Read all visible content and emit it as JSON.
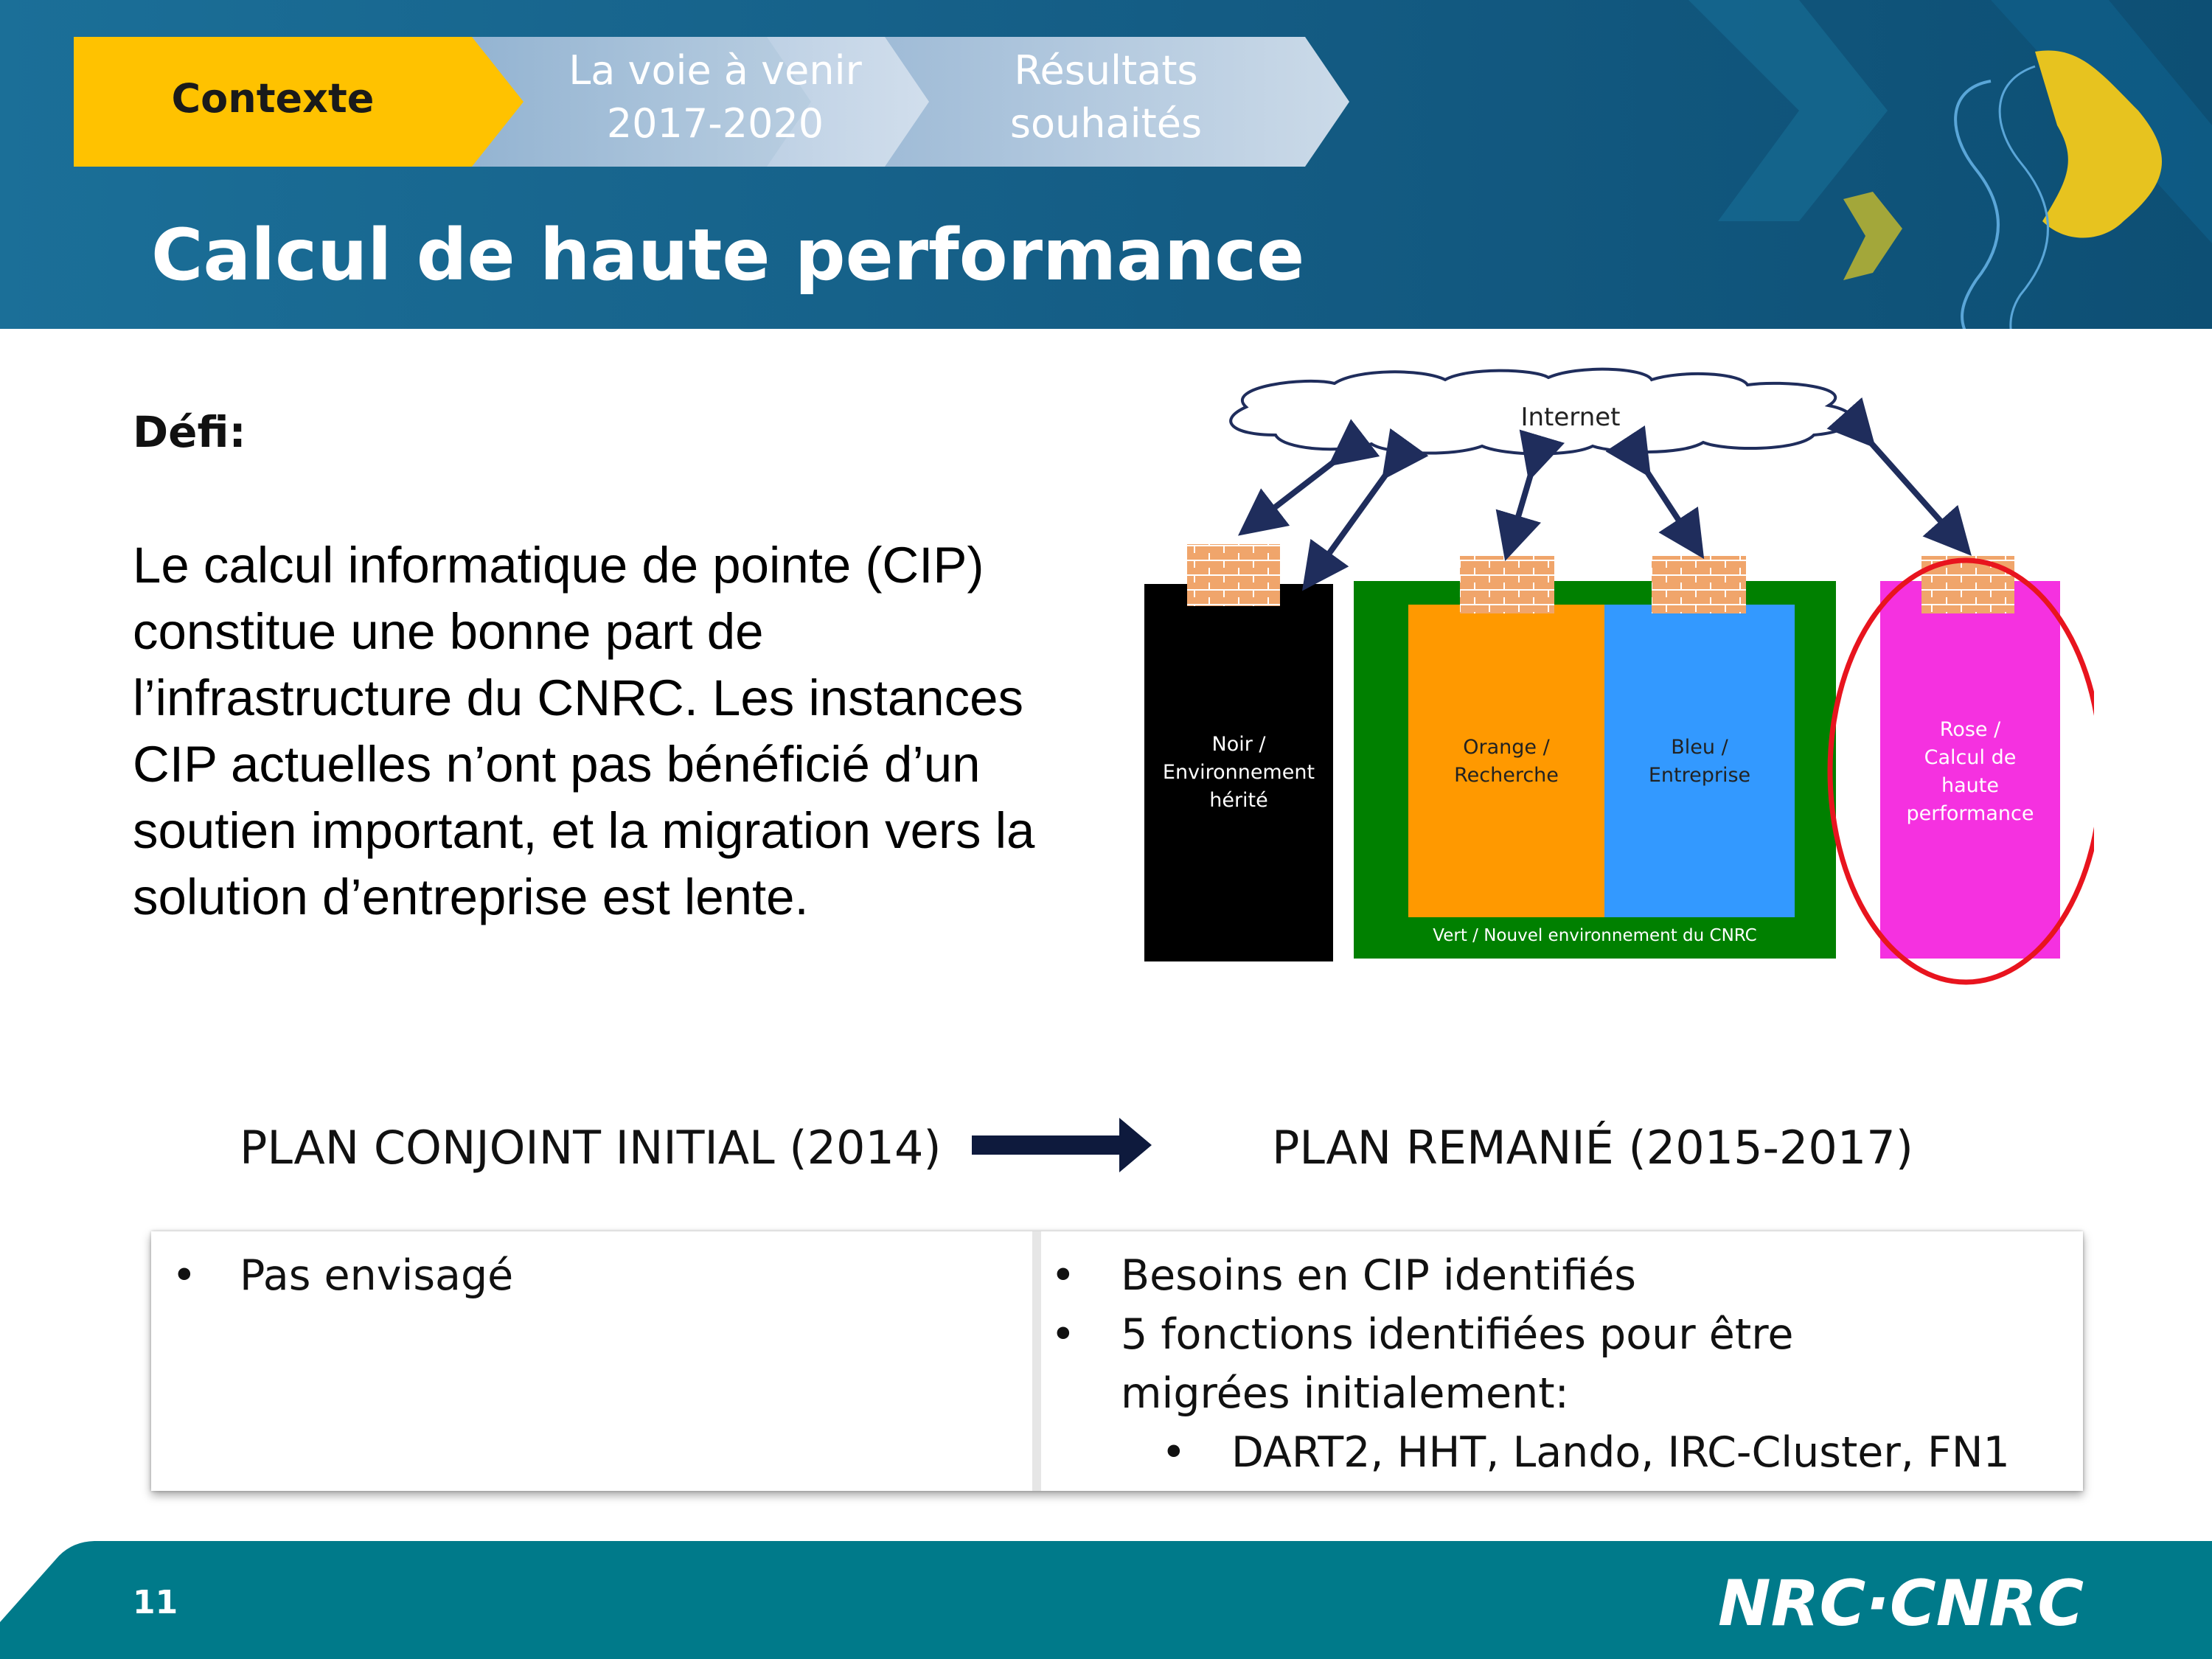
{
  "breadcrumb": {
    "steps": [
      {
        "label": "Contexte",
        "active": true
      },
      {
        "label": "La voie à venir\n2017-2020",
        "active": false
      },
      {
        "label": "Résultats\nsouhaités",
        "active": false
      }
    ]
  },
  "title": "Calcul de haute performance",
  "challenge": {
    "label": "Défi:",
    "text": "Le calcul informatique de pointe (CIP) constitue une bonne part de l’infrastructure du CNRC. Les instances CIP actuelles n’ont pas bénéficié d’un soutien important, et la migration vers la solution d’entreprise est lente."
  },
  "diagram": {
    "cloud_label": "Internet",
    "zones": [
      {
        "label": "Noir / Environnement hérité",
        "color": "#000000"
      },
      {
        "label": "Orange / Recherche",
        "color": "#ff9900"
      },
      {
        "label": "Bleu / Entreprise",
        "color": "#3399ff"
      },
      {
        "label": "Rose / Calcul de haute performance",
        "color": "#f531e0"
      }
    ],
    "green_zone_label": "Vert / Nouvel environnement du CNRC",
    "highlight_color": "#e8141e"
  },
  "plans": {
    "initial_heading": "PLAN CONJOINT INITIAL (2014)",
    "revised_heading": "PLAN REMANIÉ (2015-2017)",
    "initial_items": [
      "Pas envisagé"
    ],
    "revised_items": [
      "Besoins en CIP identifiés",
      "5 fonctions identifiées pour être migrées initialement:"
    ],
    "revised_subitems": [
      "DART2, HHT, Lando, IRC-Cluster, FN1"
    ]
  },
  "footer": {
    "page_number": "11",
    "logo_text": "NRC·CNRC"
  },
  "colors": {
    "header_blue": "#14688f",
    "accent_yellow": "#ffc200",
    "footer_teal": "#007a8a"
  }
}
